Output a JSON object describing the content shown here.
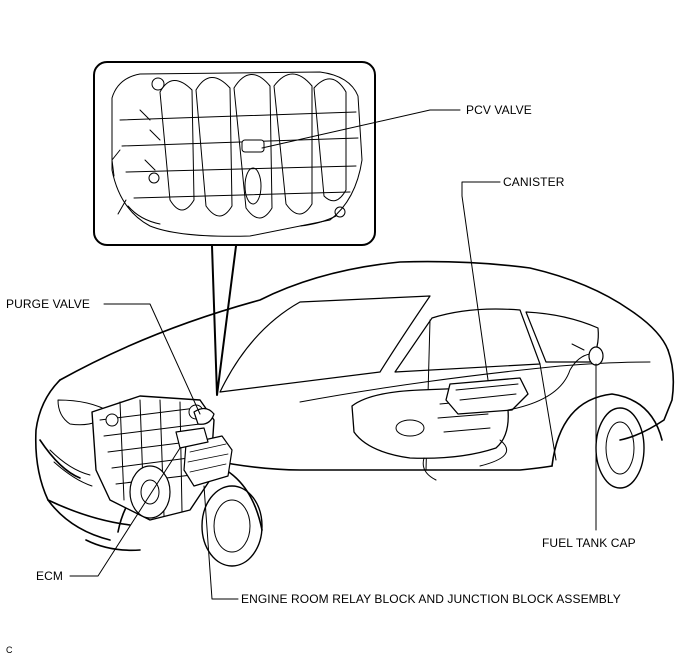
{
  "labels": {
    "pcv_valve": "PCV VALVE",
    "canister": "CANISTER",
    "purge_valve": "PURGE VALVE",
    "fuel_tank_cap": "FUEL TANK CAP",
    "ecm": "ECM",
    "relay_block": "ENGINE ROOM RELAY BLOCK AND JUNCTION BLOCK ASSEMBLY"
  },
  "figure_code": "C"
}
